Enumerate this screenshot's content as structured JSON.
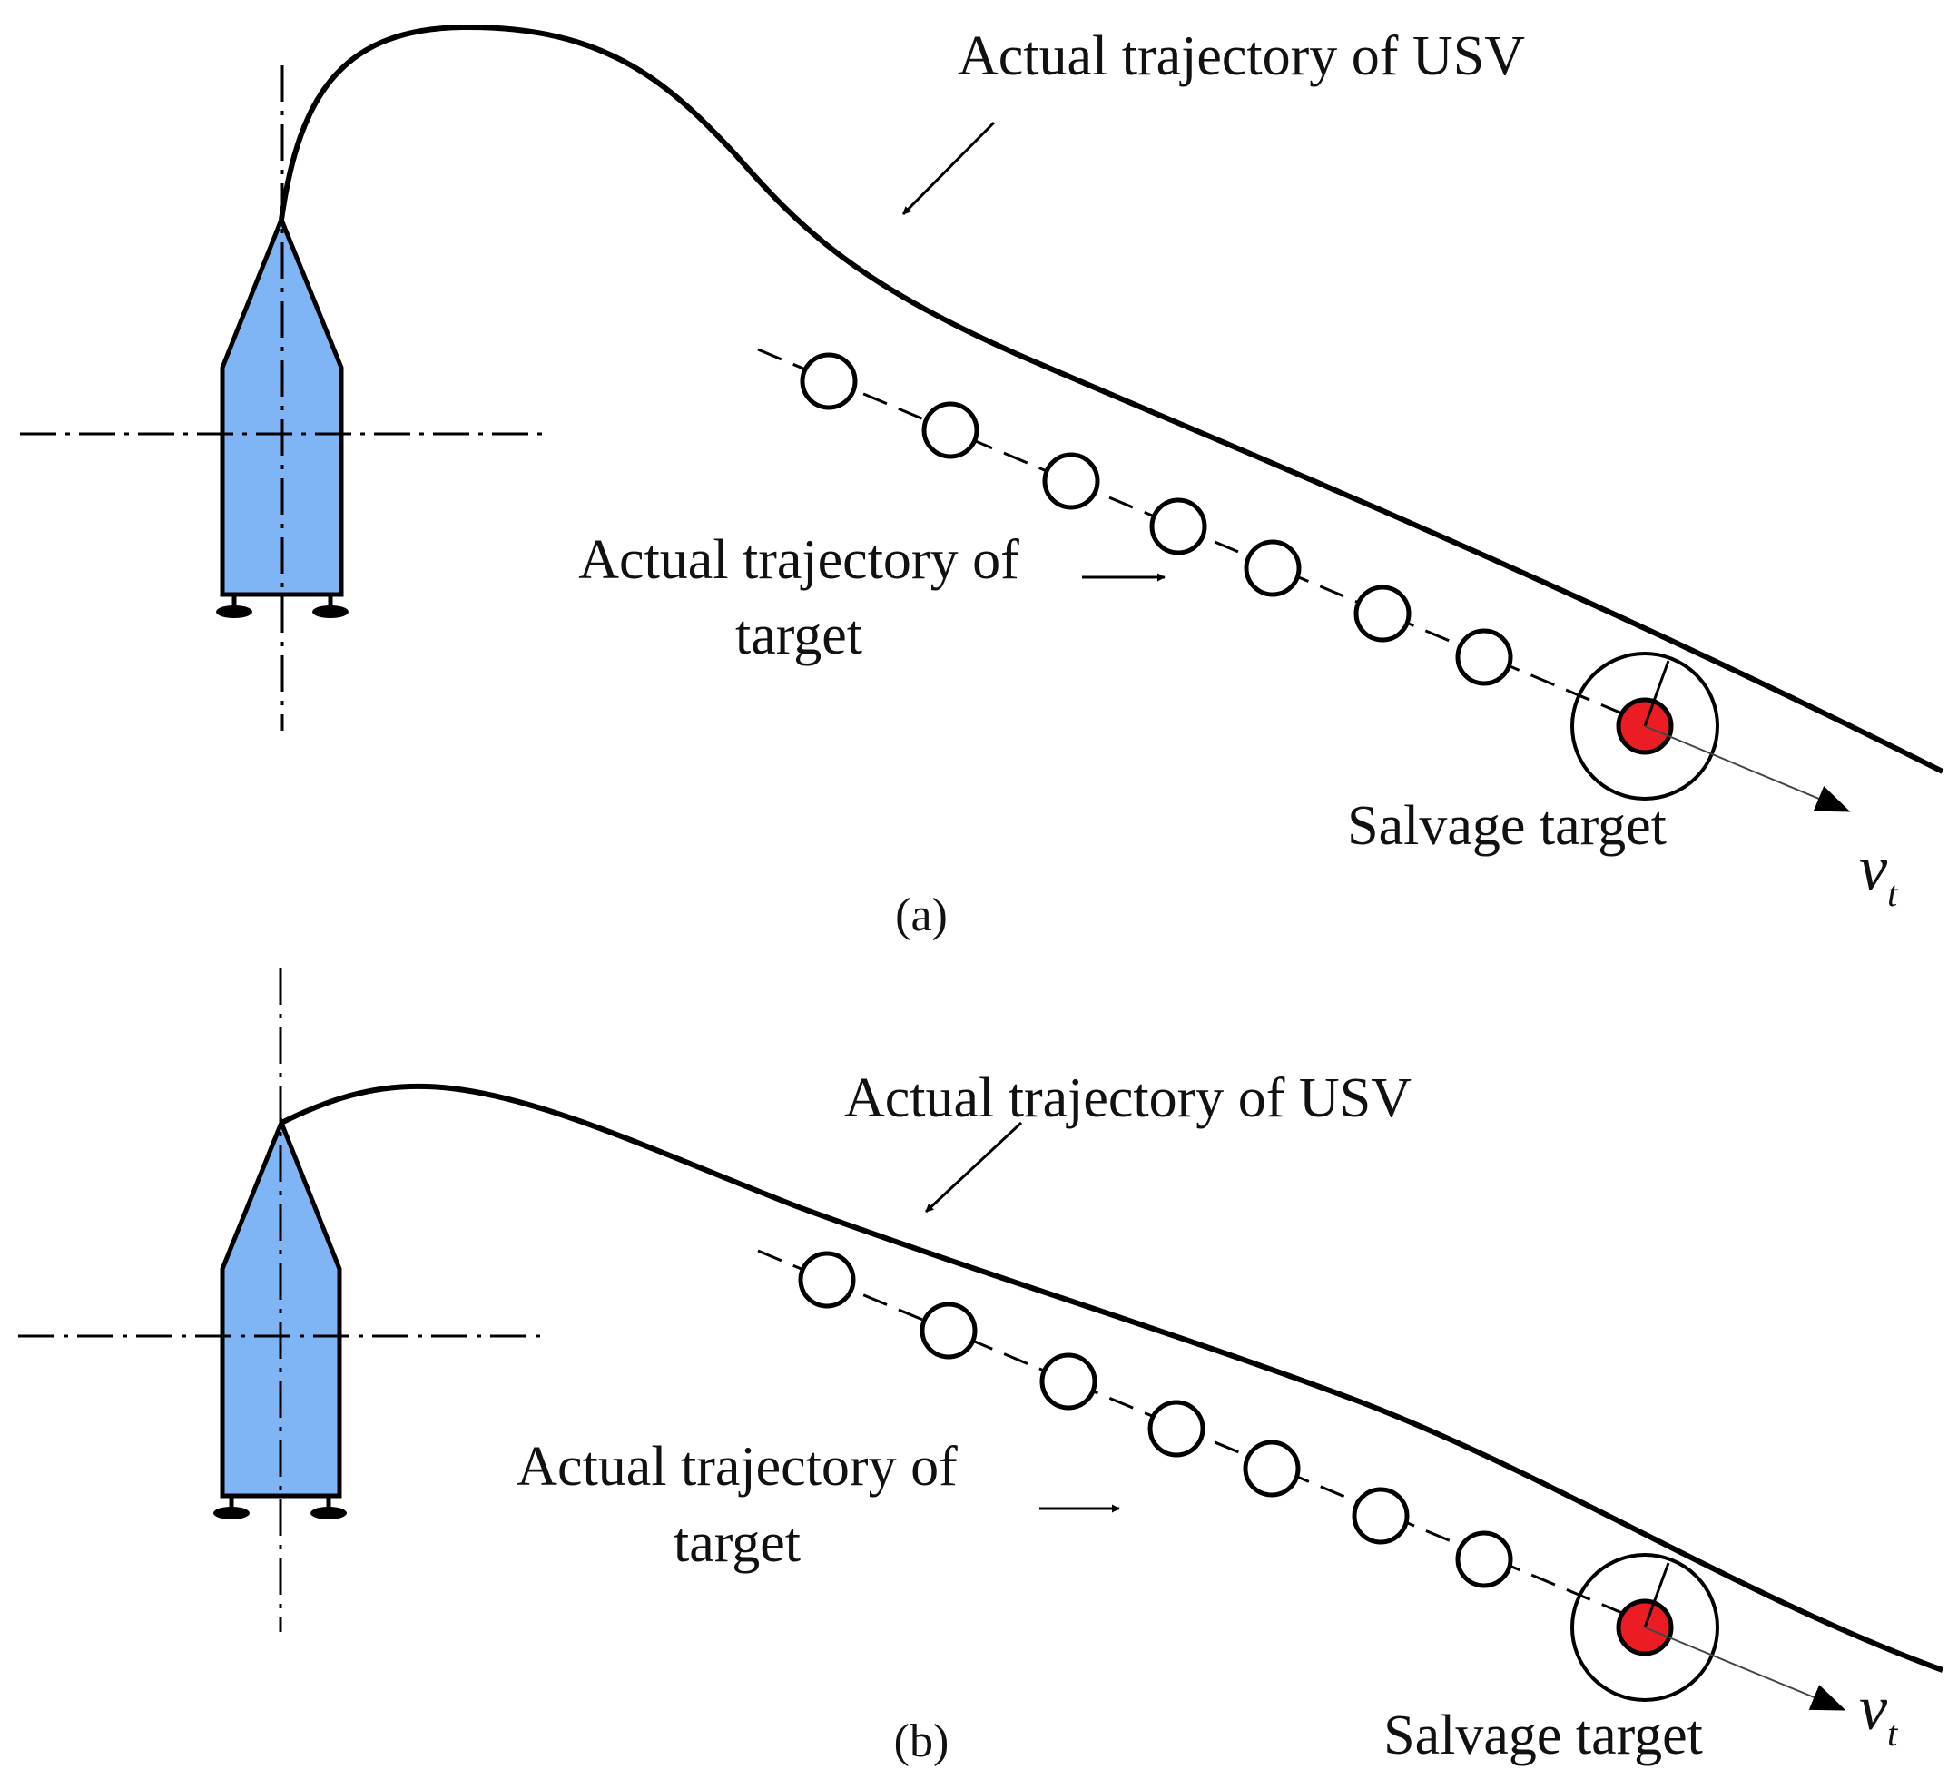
{
  "colors": {
    "boat_fill": "#7fb5f5",
    "target_fill": "#ec1c24",
    "line": "#000000"
  },
  "panels": [
    {
      "caption": "(a)",
      "usv_label": "Actual trajectory of USV",
      "target_label_line1": "Actual trajectory of",
      "target_label_line2": "target",
      "salvage_label": "Salvage target",
      "velocity_symbol": "v",
      "velocity_subscript": "t",
      "past_positions_count": 7
    },
    {
      "caption": "(b)",
      "usv_label": "Actual trajectory of USV",
      "target_label_line1": "Actual trajectory of",
      "target_label_line2": "target",
      "salvage_label": "Salvage target",
      "velocity_symbol": "v",
      "velocity_subscript": "t",
      "past_positions_count": 7
    }
  ]
}
